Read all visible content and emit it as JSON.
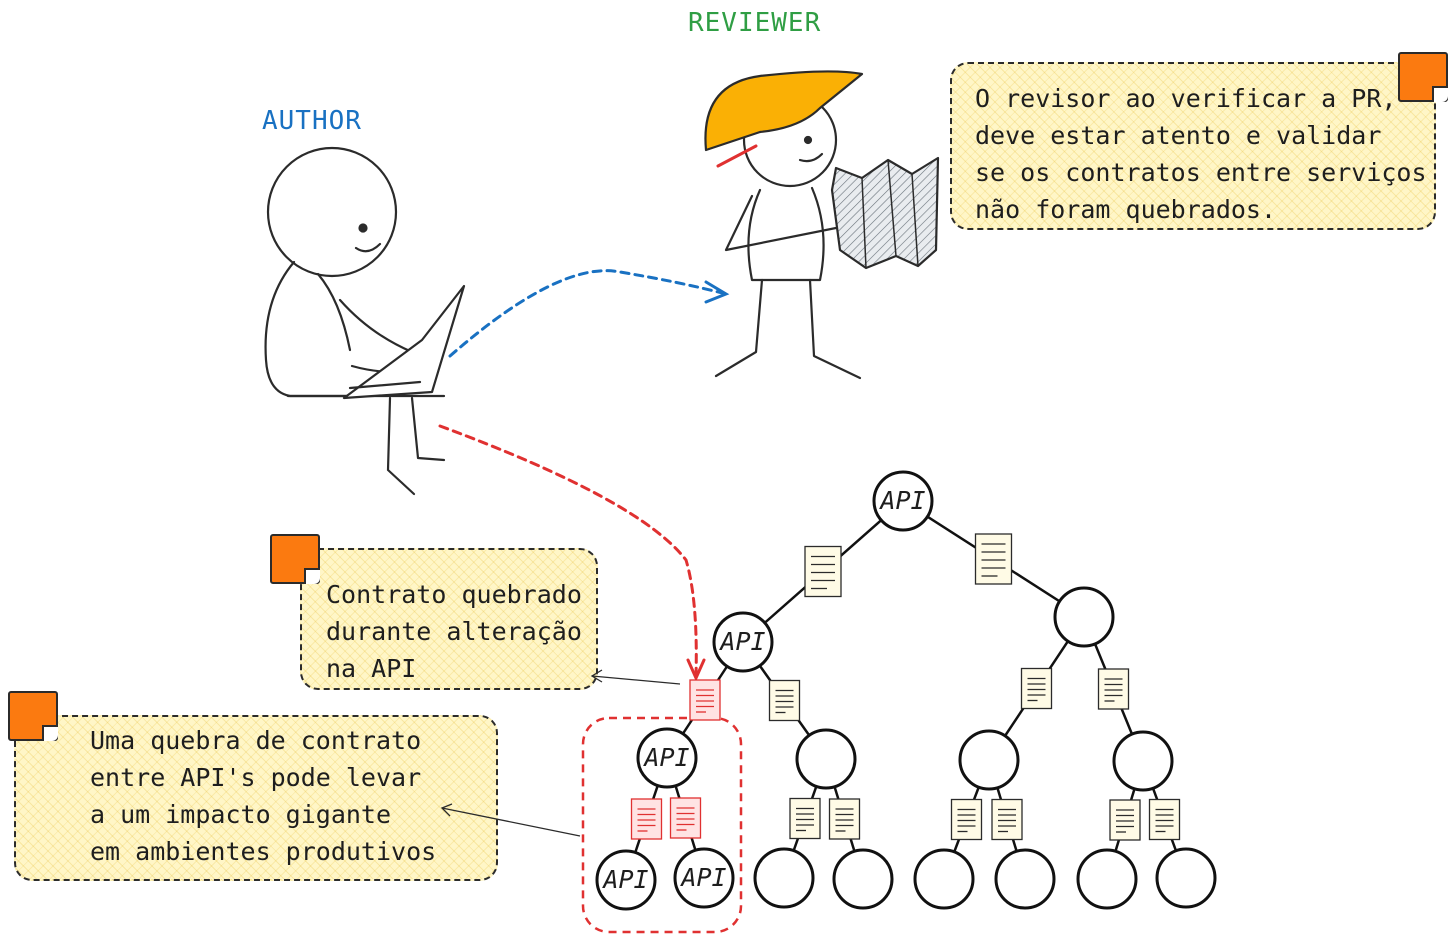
{
  "roles": {
    "author": "AUTHOR",
    "reviewer": "REVIEWER"
  },
  "notes": {
    "reviewer_note": "O revisor ao verificar a PR,\ndeve estar atento e validar\nse os contratos entre serviços\nnão foram quebrados.",
    "broken_contract_note": "Contrato quebrado\ndurante alteração\nna API",
    "impact_note": "Uma quebra de contrato\nentre API's pode levar\na um impacto gigante\nem ambientes produtivos"
  },
  "tree": {
    "api_label": "API"
  },
  "colors": {
    "author": "#1971c2",
    "reviewer": "#2f9e44",
    "helmet": "#fab005",
    "sticky": "#fb7a10",
    "note_fill": "#fff6c7",
    "broken": "#e03131",
    "arrow_blue": "#1971c2",
    "arrow_red": "#e03131"
  }
}
